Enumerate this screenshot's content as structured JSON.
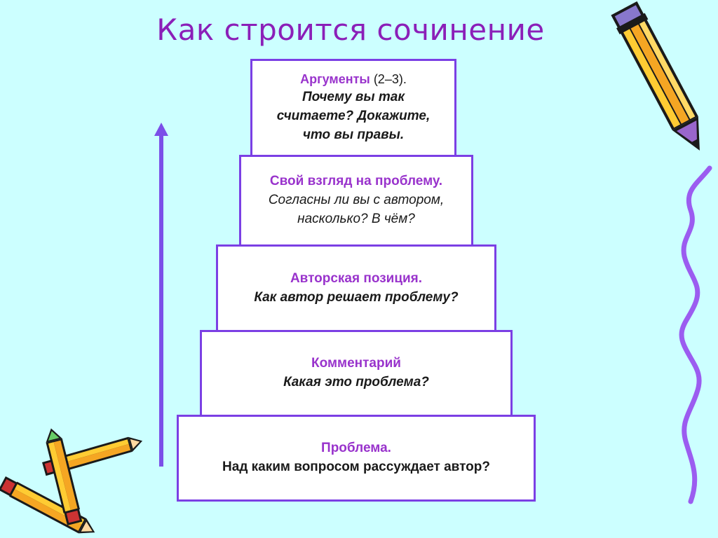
{
  "title": "Как строится сочинение",
  "steps": [
    {
      "heading": "Проблема.",
      "lines": [
        "Над каким вопросом рассуждает автор?"
      ]
    },
    {
      "heading": "Комментарий",
      "lines": [
        "Какая это проблема?"
      ]
    },
    {
      "heading": "Авторская позиция.",
      "lines": [
        "Как автор решает проблему?"
      ]
    },
    {
      "heading": "Свой взгляд на проблему.",
      "lines": [
        "Согласны ли вы с автором,",
        "насколько? В чём?"
      ]
    },
    {
      "heading": "Аргументы",
      "heading_note": "(2–3).",
      "lines": [
        "Почему вы так",
        "считаете? Докажите,",
        "что вы правы."
      ]
    }
  ],
  "colors": {
    "background": "#CCFFFF",
    "title": "#8B1FB8",
    "heading": "#9933CC",
    "border": "#7B3FE4",
    "arrow": "#7B4FE8",
    "wavy_line": "#9B5CF0"
  },
  "icons": [
    "arrow-up-icon",
    "pencil-icon",
    "pencils-icon",
    "wavy-line-icon"
  ]
}
